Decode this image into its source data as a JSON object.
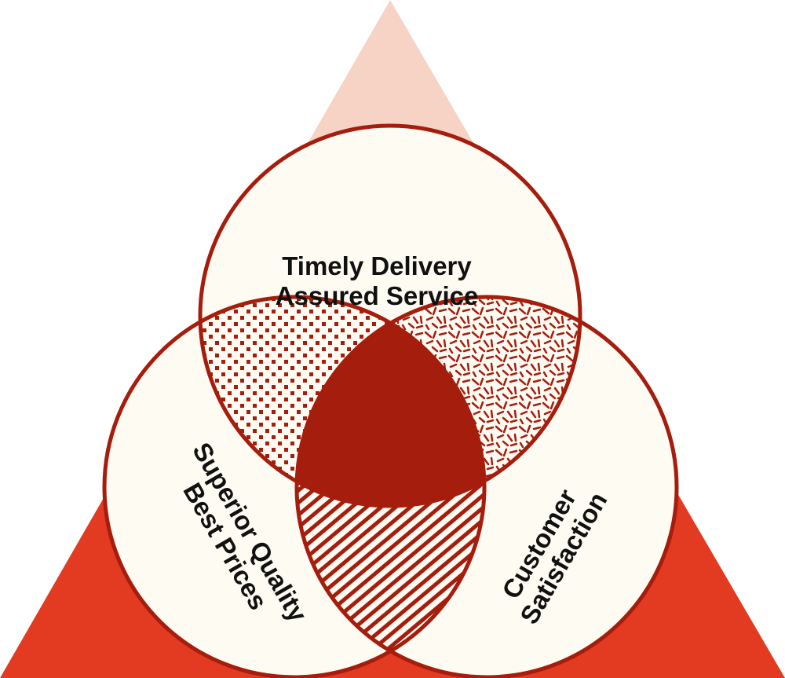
{
  "circles": {
    "top": {
      "line1": "Timely Delivery",
      "line2": "Assured Service"
    },
    "left": {
      "line1": "Superior Quality",
      "line2": "Best Prices"
    },
    "right": {
      "line1": "Customer",
      "line2": "Satisfaction"
    }
  },
  "colors": {
    "triangle_top": "#f7d3c6",
    "triangle_middle": "#e8785e",
    "triangle_bottom": "#e33a22",
    "circle_fill": "#fdfbf2",
    "outline": "#a51d0d"
  }
}
